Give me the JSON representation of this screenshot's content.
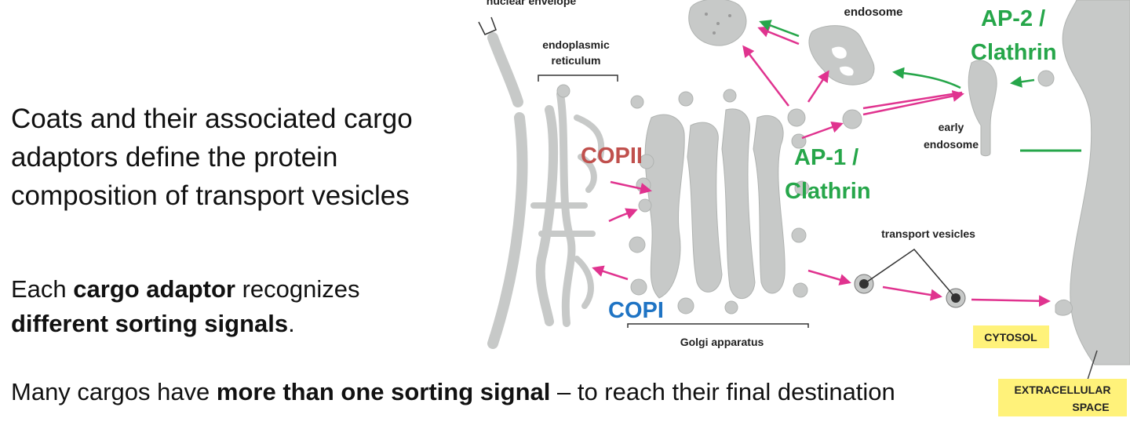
{
  "text": {
    "main": [
      "Coats and their associated cargo",
      "adaptors define the protein",
      "composition of transport vesicles"
    ],
    "adaptor_line1_pre": "Each ",
    "adaptor_line1_bold": "cargo adaptor",
    "adaptor_line1_post": " recognizes",
    "adaptor_line2_bold": "different sorting signals",
    "adaptor_line2_post": ".",
    "cargos_pre": "Many cargos have ",
    "cargos_bold": "more than one sorting signal",
    "cargos_post": " – to reach their final destination"
  },
  "diagram": {
    "nuclear_envelope": "nuclear envelope",
    "er_line1": "endoplasmic",
    "er_line2": "reticulum",
    "endosome": "endosome",
    "early_endosome_line1": "early",
    "early_endosome_line2": "endosome",
    "transport_vesicles": "transport vesicles",
    "golgi": "Golgi apparatus",
    "cytosol": "CYTOSOL",
    "extracellular_line1": "EXTRACELLULAR",
    "extracellular_line2": "SPACE",
    "copii": "COPII",
    "copi": "COPI",
    "ap1_line1": "AP-1 /",
    "ap1_line2": "Clathrin",
    "ap2_line1": "AP-2 /",
    "ap2_line2": "Clathrin"
  },
  "colors": {
    "copii": "#c0504d",
    "copi": "#1f74c4",
    "clathrin": "#26a64a",
    "arrow": "#e0338f",
    "organelle": "#c7c9c8",
    "label_highlight": "#fff27a"
  }
}
